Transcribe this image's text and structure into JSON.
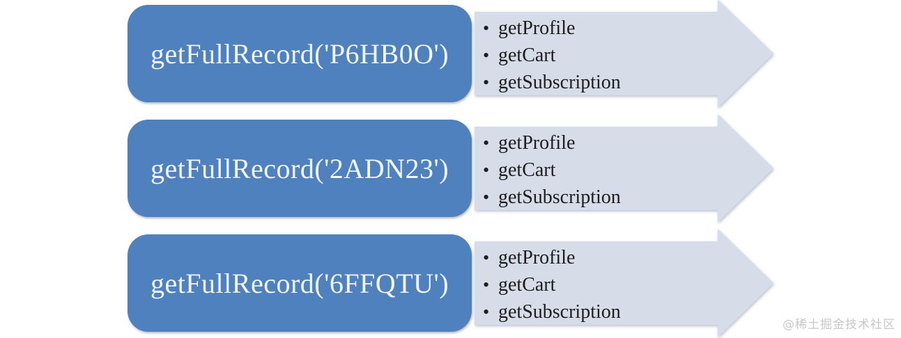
{
  "colors": {
    "box_blue": "#4e81bd",
    "box_text": "#f2f6fb",
    "arrow_fill": "#d6dde8",
    "text_dark": "#1d1d1d"
  },
  "rows": [
    {
      "call": "getFullRecord('P6HB0O')",
      "methods": [
        "getProfile",
        "getCart",
        "getSubscription"
      ]
    },
    {
      "call": "getFullRecord('2ADN23')",
      "methods": [
        "getProfile",
        "getCart",
        "getSubscription"
      ]
    },
    {
      "call": "getFullRecord('6FFQTU')",
      "methods": [
        "getProfile",
        "getCart",
        "getSubscription"
      ]
    }
  ],
  "watermark": "@稀土掘金技术社区"
}
